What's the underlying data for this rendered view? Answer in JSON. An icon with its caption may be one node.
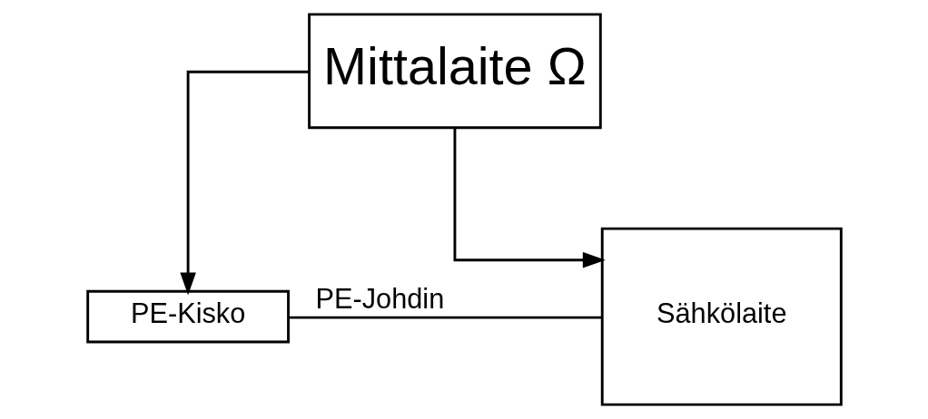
{
  "diagram": {
    "nodes": [
      {
        "text": [
          "Mittalaite Ω"
        ]
      },
      {
        "text": [
          "PE-Kisko"
        ]
      },
      {
        "text": [
          "Sähkölaite"
        ]
      }
    ],
    "edges": [
      {
        "from": 0,
        "to": 1,
        "arrow": "to"
      },
      {
        "from": 0,
        "to": 2,
        "arrow": "to"
      },
      {
        "from": 1,
        "to": 2,
        "arrow": "none",
        "label": "PE-Johdin"
      }
    ]
  }
}
